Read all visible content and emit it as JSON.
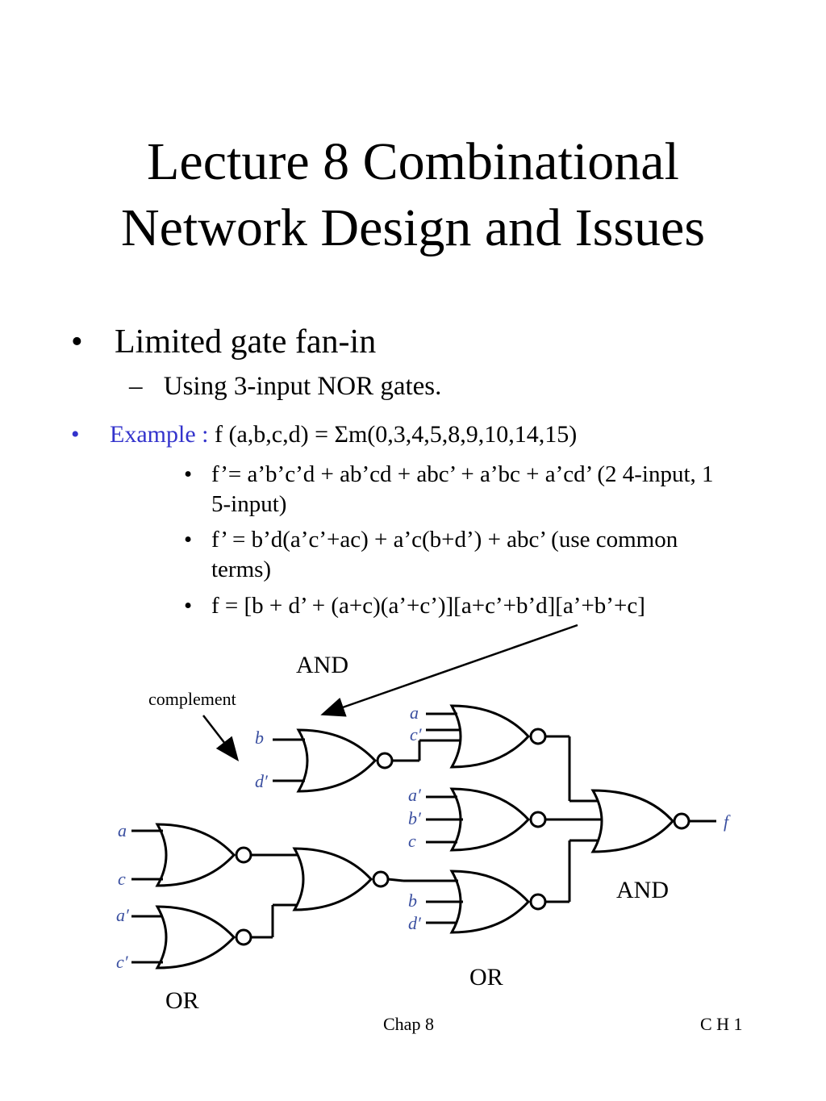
{
  "title": {
    "line1": "Lecture 8 Combinational",
    "line2": "Network Design and Issues"
  },
  "bullets": {
    "main": "Limited gate fan-in",
    "main_sub": "Using 3-input NOR gates.",
    "example_label": "Example :",
    "example_text": "f (a,b,c,d) = Σm(0,3,4,5,8,9,10,14,15)",
    "items": [
      "f’= a’b’c’d + ab’cd + abc’ + a’bc + a’cd’  (2 4-input, 1 5-input)",
      "f’ = b’d(a’c’+ac) + a’c(b+d’) + abc’ (use common terms)",
      "f = [b + d’ + (a+c)(a’+c’)][a+c’+b’d][a’+b’+c]"
    ]
  },
  "annotations": {
    "and_top": "AND",
    "complement": "complement",
    "and_right": "AND",
    "or_bottom_mid": "OR",
    "or_bottom_left": "OR"
  },
  "circuit": {
    "inputs": {
      "g1": [
        "b",
        "d′"
      ],
      "g2": [
        "a",
        "c′"
      ],
      "g3": [
        "a′",
        "b′",
        "c"
      ],
      "g4": [
        "b",
        "d′"
      ],
      "g5": [
        "a",
        "c"
      ],
      "g6": [
        "a′",
        "c′"
      ]
    },
    "output": "f"
  },
  "footer": {
    "center": "Chap 8",
    "right": "C H 1"
  },
  "colors": {
    "accent_blue": "#3333cc",
    "wire_label": "#3a4fa0"
  }
}
